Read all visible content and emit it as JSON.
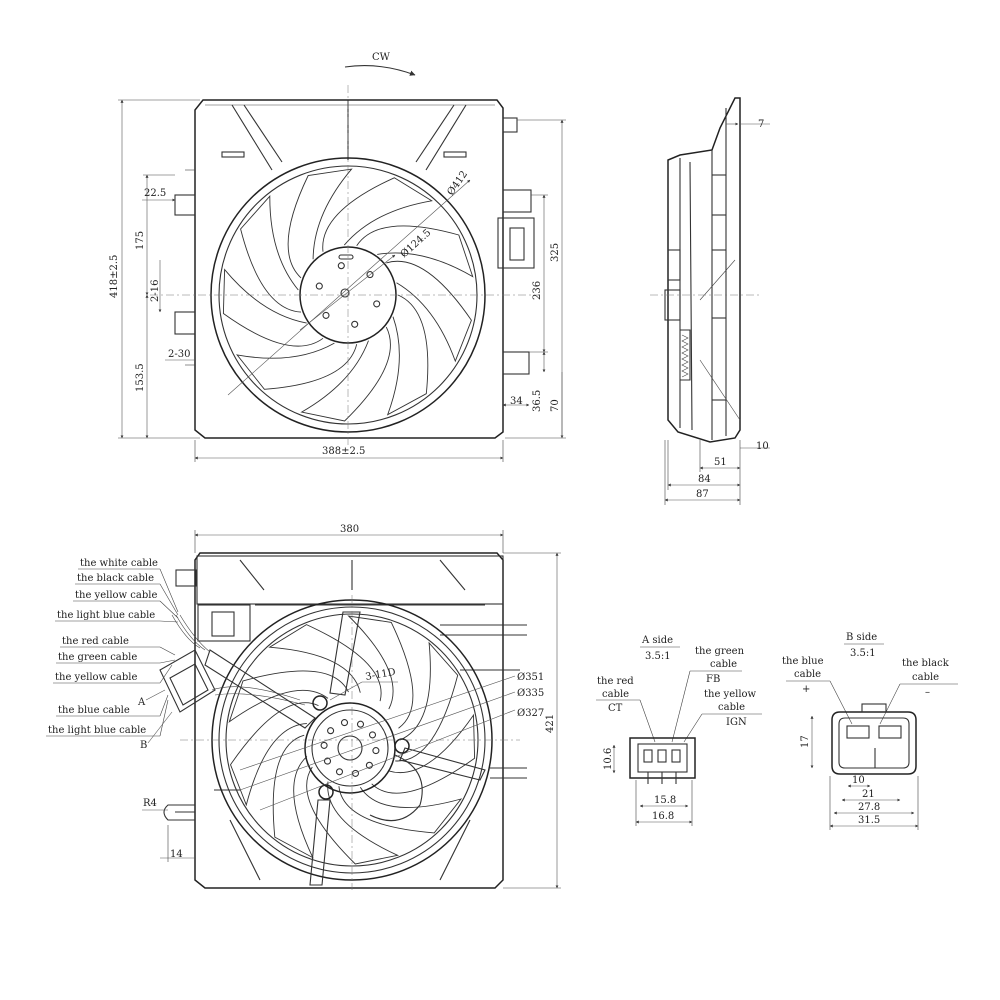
{
  "front_view": {
    "rotation_label": "CW",
    "dims": {
      "width": "388±2.5",
      "height": "418±2.5",
      "upper_offset": "175",
      "lower_offset": "153.5",
      "tab_left": "22.5",
      "hole_a": "2-16",
      "hole_b": "2-30",
      "right_height": "325",
      "right_mid": "236",
      "right_low": "36.5",
      "right_bottom": "70",
      "right_tab": "34",
      "fan_dia": "Ø412",
      "hub_dia": "Ø124.5"
    }
  },
  "side_view": {
    "dims": {
      "top": "7",
      "d10": "10",
      "d51": "51",
      "d84": "84",
      "d87": "87"
    }
  },
  "rear_view": {
    "dims": {
      "width": "380",
      "height": "421",
      "d351": "Ø351",
      "d335": "Ø335",
      "d327": "Ø327",
      "holes": "3-11D",
      "radius": "R4",
      "d14": "14"
    },
    "cables": [
      "the white cable",
      "the black cable",
      "the yellow cable",
      "the light blue cable",
      "the red cable",
      "the green cable",
      "the yellow cable",
      "the blue cable",
      "the light blue cable"
    ],
    "marker_a": "A",
    "marker_b": "B"
  },
  "a_side": {
    "title": "A side",
    "scale": "3.5:1",
    "red_l1": "the red",
    "red_l2": "cable",
    "red_code": "CT",
    "green_l1": "the green",
    "green_l2": "cable",
    "green_code": "FB",
    "yellow_l1": "the yellow",
    "yellow_l2": "cable",
    "yellow_code": "IGN",
    "dims": {
      "h": "10.6",
      "w1": "15.8",
      "w2": "16.8"
    }
  },
  "b_side": {
    "title": "B side",
    "scale": "3.5:1",
    "blue_l1": "the blue",
    "blue_l2": "cable",
    "plus": "+",
    "black_l1": "the black",
    "black_l2": "cable",
    "minus": "–",
    "dims": {
      "h": "17",
      "d10": "10",
      "d21": "21",
      "d27": "27.8",
      "d31": "31.5"
    }
  }
}
